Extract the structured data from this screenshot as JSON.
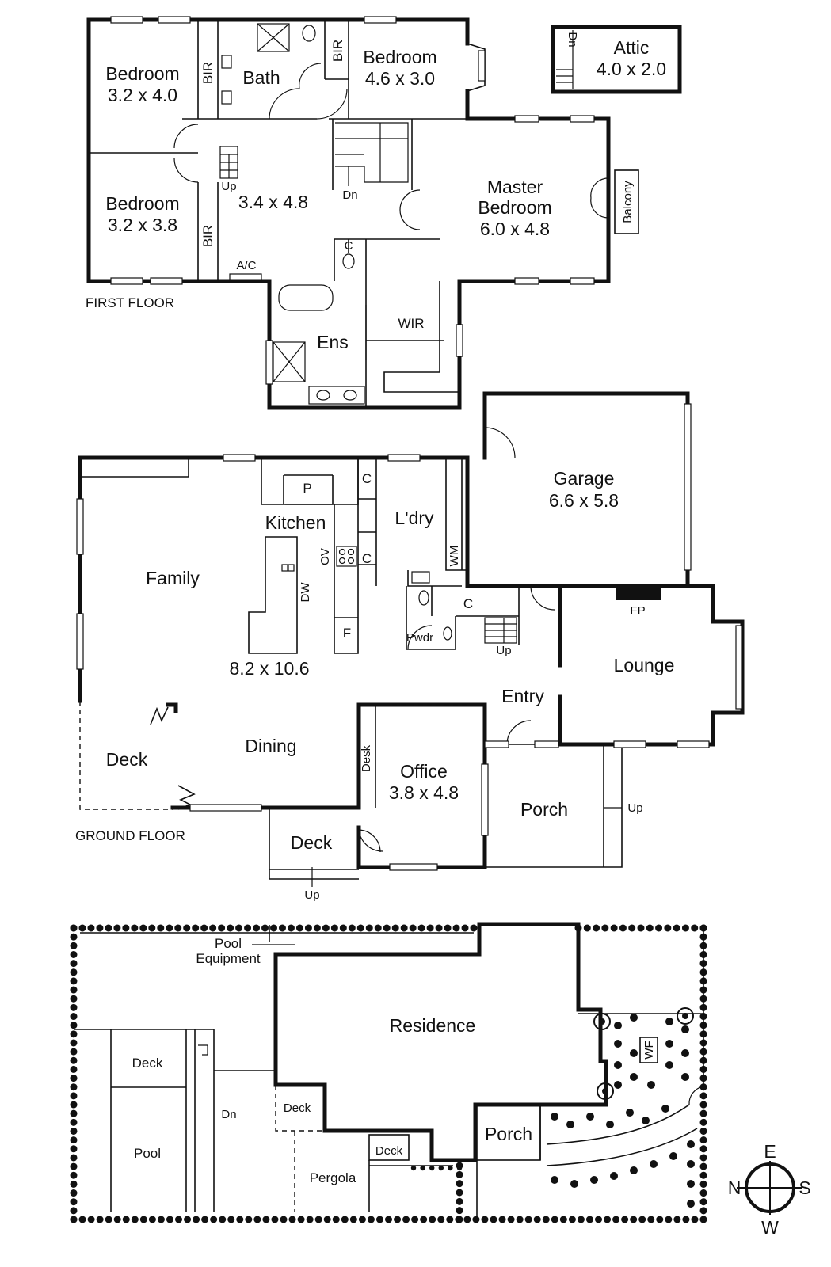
{
  "first_floor": {
    "floor_label": "FIRST FLOOR",
    "rooms": {
      "bed1_name": "Bedroom",
      "bed1_dim": "3.2 x 4.0",
      "bed2_name": "Bedroom",
      "bed2_dim": "3.2 x 3.8",
      "bath": "Bath",
      "bed3_name": "Bedroom",
      "bed3_dim": "4.6 x 3.0",
      "hall_dim": "3.4 x 4.8",
      "master_l1": "Master",
      "master_l2": "Bedroom",
      "master_dim": "6.0 x 4.8",
      "ens": "Ens",
      "wir": "WIR",
      "attic_name": "Attic",
      "attic_dim": "4.0 x 2.0"
    },
    "tags": {
      "bir": "BIR",
      "up": "Up",
      "dn": "Dn",
      "ac": "A/C",
      "c": "C",
      "balcony": "Balcony"
    }
  },
  "ground_floor": {
    "floor_label": "GROUND FLOOR",
    "rooms": {
      "family": "Family",
      "family_dim": "8.2 x 10.6",
      "dining": "Dining",
      "deck": "Deck",
      "deck2": "Deck",
      "kitchen": "Kitchen",
      "laundry": "L'dry",
      "garage_name": "Garage",
      "garage_dim": "6.6 x 5.8",
      "lounge": "Lounge",
      "entry": "Entry",
      "office_name": "Office",
      "office_dim": "3.8 x 4.8",
      "porch": "Porch",
      "pwdr": "Pwdr"
    },
    "tags": {
      "p": "P",
      "c": "C",
      "ov": "OV",
      "dw": "DW",
      "f": "F",
      "wm": "WM",
      "fp": "FP",
      "up": "Up",
      "desk": "Desk"
    }
  },
  "site_plan": {
    "pool_equipment_l1": "Pool",
    "pool_equipment_l2": "Equipment",
    "residence": "Residence",
    "deck": "Deck",
    "pool": "Pool",
    "dn": "Dn",
    "pergola": "Pergola",
    "porch": "Porch",
    "wf": "WF"
  },
  "compass": {
    "n": "N",
    "e": "E",
    "s": "S",
    "w": "W"
  }
}
